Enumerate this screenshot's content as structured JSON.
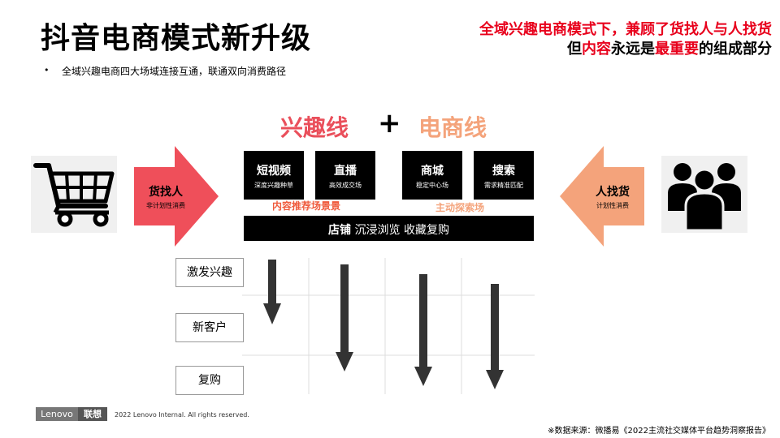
{
  "header": {
    "title": "抖音电商模式新升级",
    "subtitle_line1": "全域兴趣电商模式下，兼顾了货找人与人找货",
    "subtitle_line2_prefix": "但",
    "subtitle_line2_red1": "内容",
    "subtitle_line2_mid": "永远是",
    "subtitle_line2_red2": "最重要",
    "subtitle_line2_suffix": "的组成部分",
    "bullet_marker": "•",
    "bullet": "全域兴趣电商四大场域连接互通，联通双向消费路径"
  },
  "lines": {
    "interest": "兴趣线",
    "plus": "+",
    "ecommerce": "电商线"
  },
  "boxes": [
    {
      "title": "短视频",
      "sub": "深度兴趣种草"
    },
    {
      "title": "直播",
      "sub": "高效成交场"
    },
    {
      "title": "商城",
      "sub": "稳定中心场"
    },
    {
      "title": "搜索",
      "sub": "需求精准匹配"
    }
  ],
  "store_bar": {
    "prefix": "店铺",
    "rest": " 沉浸浏览 收藏复购"
  },
  "labels": {
    "content_field": "内容推荐场景景",
    "active_field": "主动探索场"
  },
  "arrows": {
    "left": {
      "title": "货找人",
      "sub": "非计划性消费"
    },
    "right": {
      "title": "人找货",
      "sub": "计划性消费"
    }
  },
  "stages": [
    "激发兴趣",
    "新客户",
    "复购"
  ],
  "footer": {
    "logo_en": "Lenovo",
    "logo_cn": "联想",
    "copyright": "2022 Lenovo Internal. All rights reserved.",
    "source": "※数据来源：微播易《2022主流社交媒体平台趋势洞察报告》"
  },
  "colors": {
    "accent_red": "#e8001c",
    "arrow_red": "#ef4f5a",
    "arrow_orange": "#f4a37b"
  },
  "icons": {
    "left_picture": "shopping-cart-icon",
    "right_picture": "people-group-icon"
  }
}
